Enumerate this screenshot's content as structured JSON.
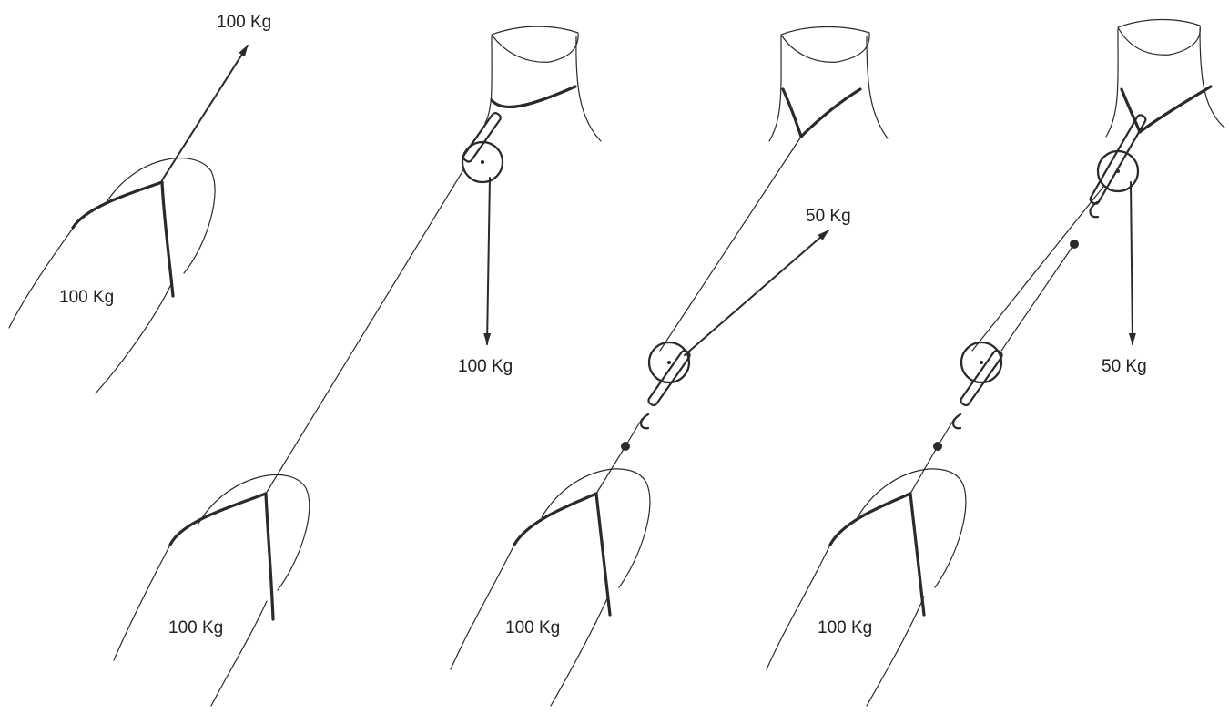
{
  "labels": {
    "fig1_top": "100 Kg",
    "fig1_load": "100 Kg",
    "fig2_down": "100 Kg",
    "fig2_load": "100 Kg",
    "fig3_pull": "50 Kg",
    "fig3_load": "100 Kg",
    "fig4_down": "50 Kg",
    "fig4_load": "100 Kg"
  },
  "colors": {
    "line": "#2a2a2a",
    "background": "#ffffff"
  }
}
